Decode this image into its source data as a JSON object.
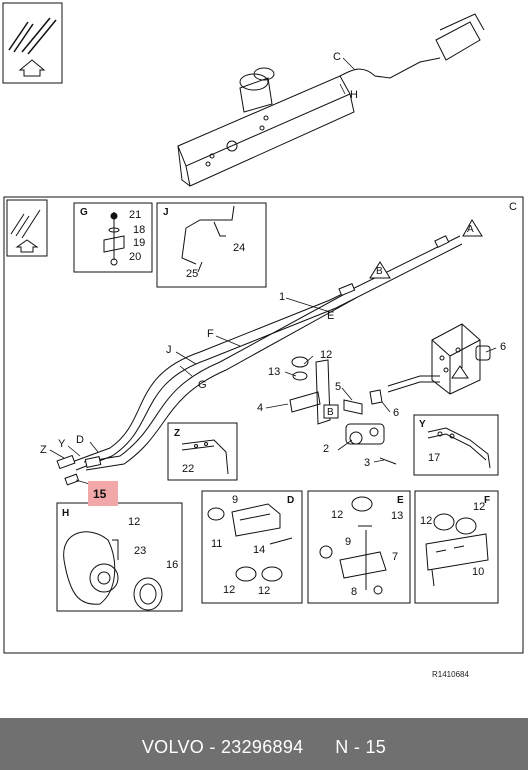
{
  "footer": {
    "brand": "VOLVO",
    "part_number": "23296894",
    "page": "N - 15"
  },
  "reference_code": "R1410684",
  "highlighted_part": "15",
  "callouts": {
    "c_top": "C",
    "h_top": "H",
    "c_main": "C",
    "a": "A",
    "b_tri": "B",
    "b_box": "B",
    "n1": "1",
    "e_main": "E",
    "f_main": "F",
    "j_main": "J",
    "g_main": "G",
    "n12": "12",
    "n13": "13",
    "n5": "5",
    "n6a": "6",
    "n6b": "6",
    "n4": "4",
    "n2": "2",
    "n3": "3",
    "z": "Z",
    "y": "Y",
    "d_main": "D"
  },
  "insets": {
    "g": {
      "title": "G",
      "parts": [
        "21",
        "18",
        "19",
        "20"
      ]
    },
    "j": {
      "title": "J",
      "parts": [
        "24",
        "25"
      ]
    },
    "z": {
      "title": "Z",
      "parts": [
        "22"
      ]
    },
    "y": {
      "title": "Y",
      "parts": [
        "17"
      ]
    },
    "h": {
      "title": "H",
      "parts": [
        "12",
        "23",
        "16"
      ]
    },
    "d": {
      "title": "D",
      "parts": [
        "9",
        "11",
        "14",
        "12",
        "12"
      ]
    },
    "e": {
      "title": "E",
      "parts": [
        "12",
        "13",
        "9",
        "7",
        "8"
      ]
    },
    "f": {
      "title": "F",
      "parts": [
        "12",
        "12",
        "10"
      ]
    }
  }
}
